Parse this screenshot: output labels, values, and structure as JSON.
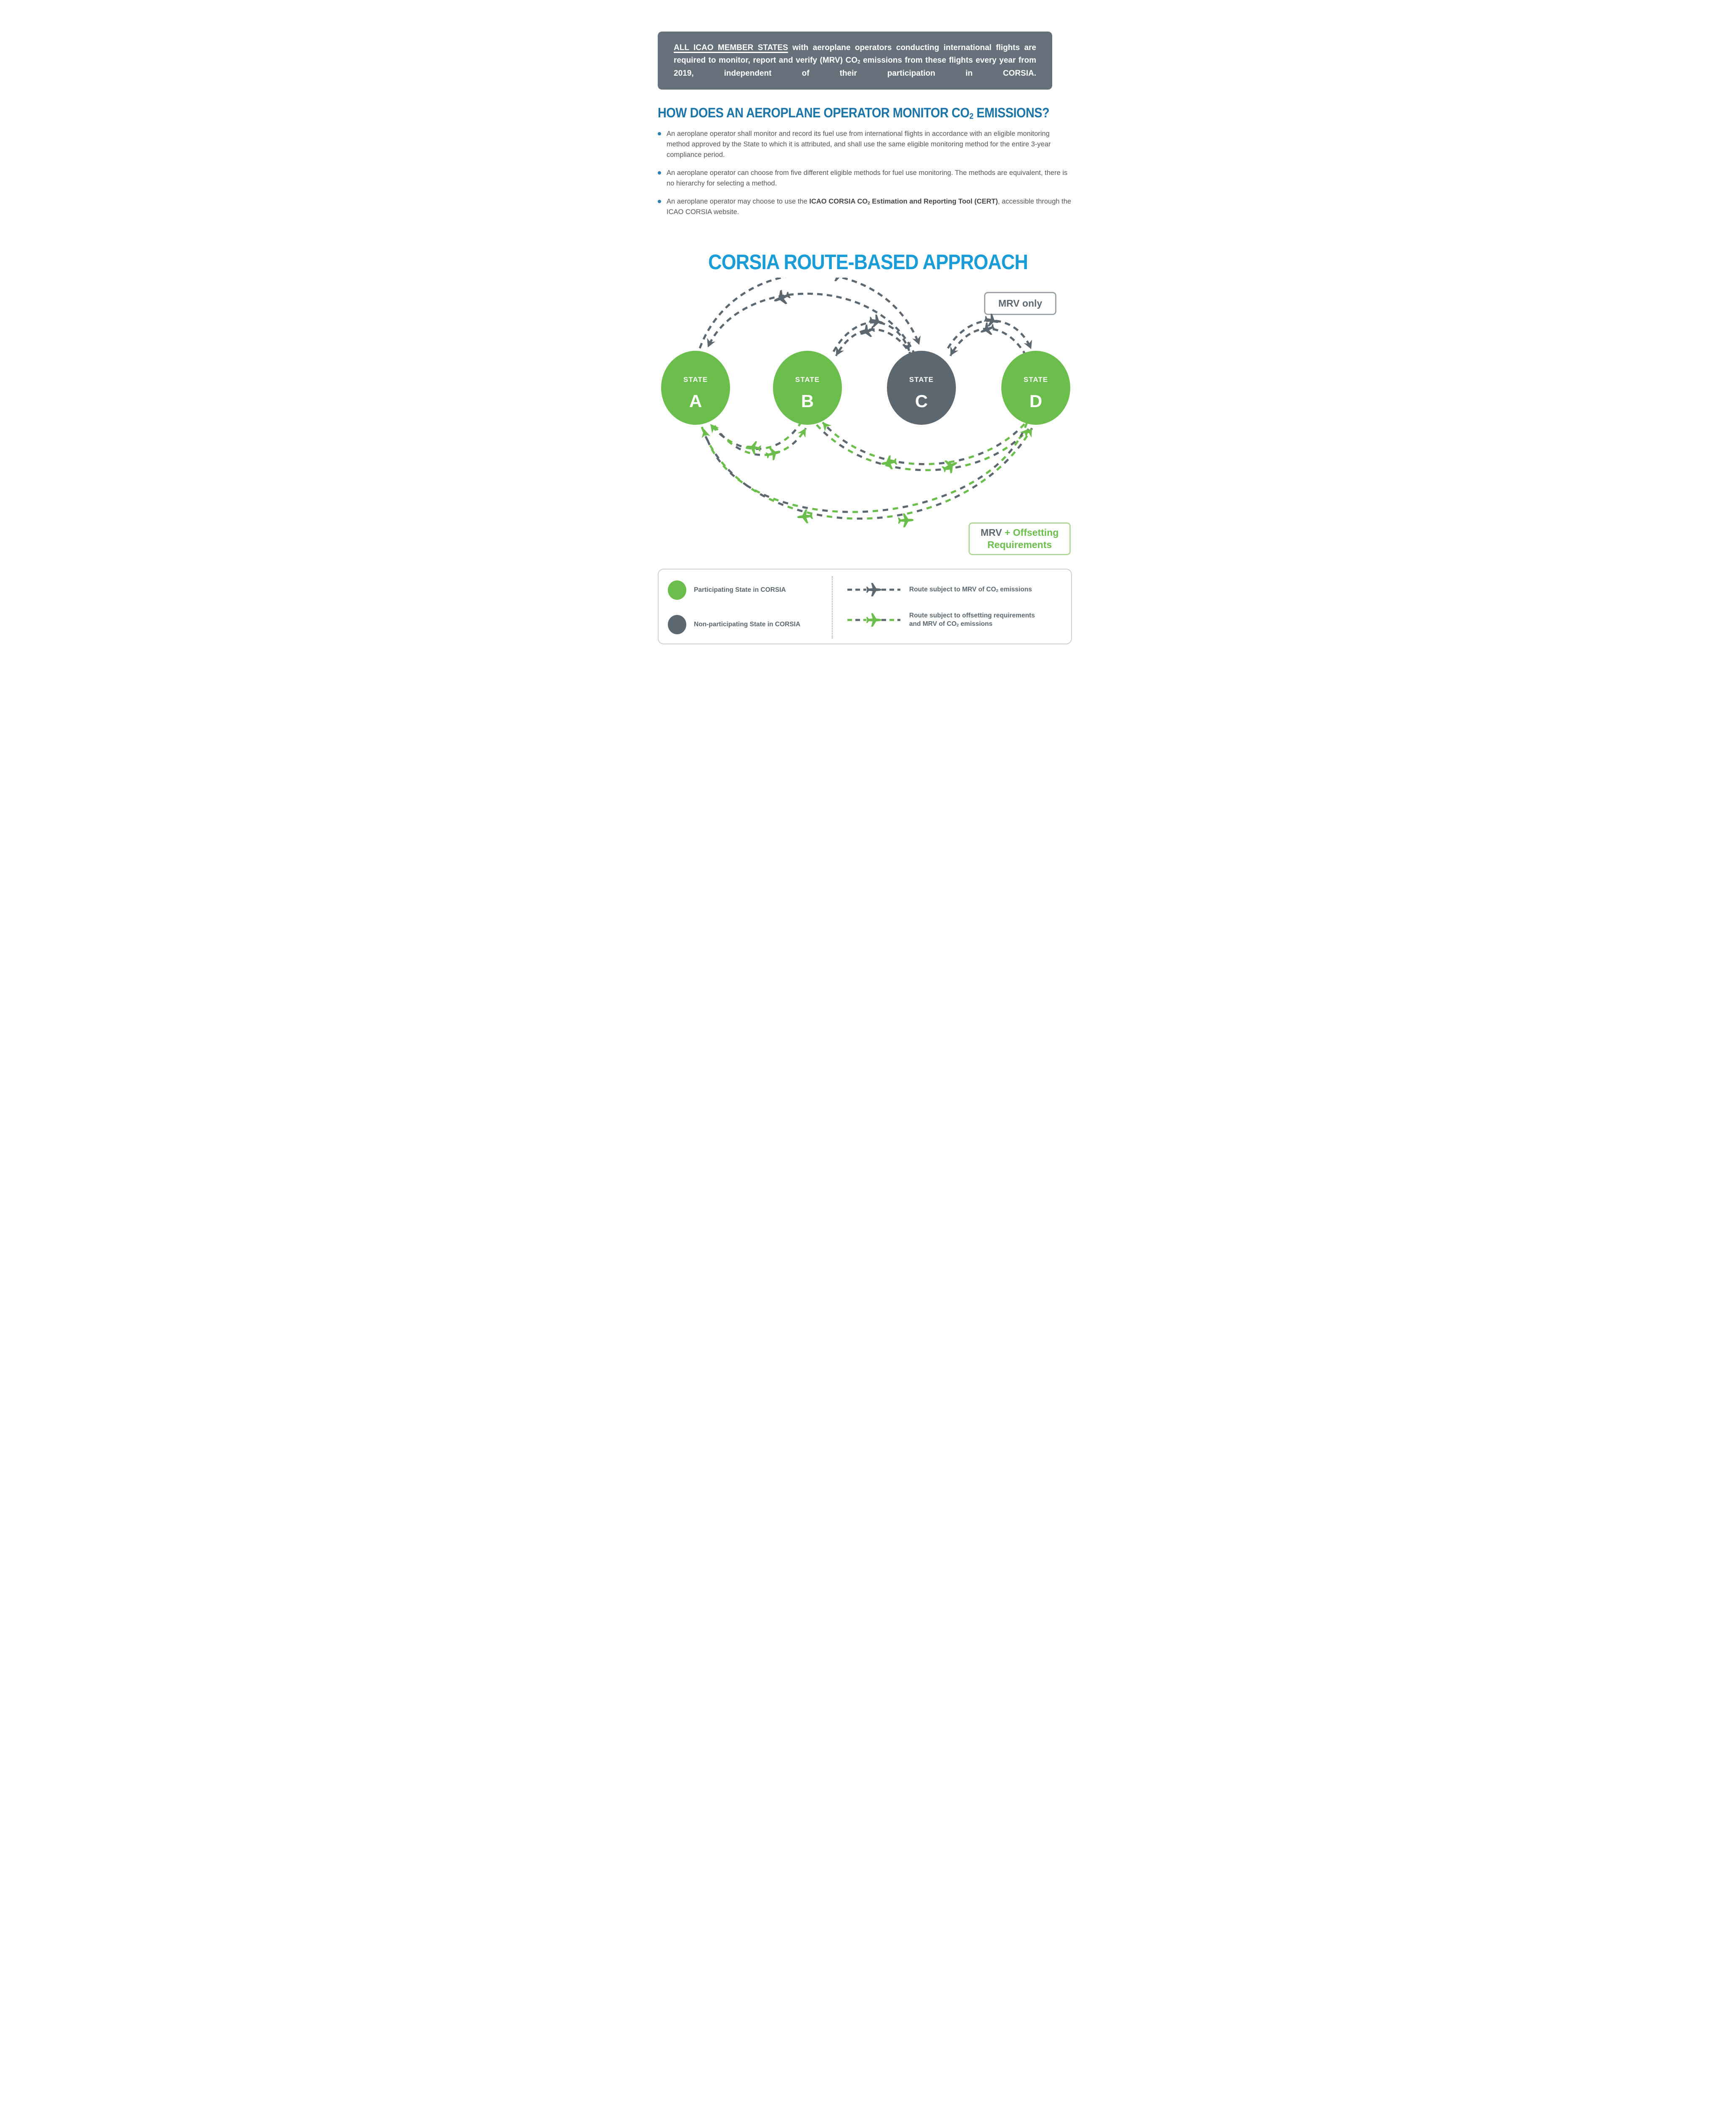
{
  "banner": {
    "highlight": "ALL ICAO MEMBER STATES",
    "seg1": " with aeroplane operators conducting international flights are required to monitor, report and verify (MRV) CO",
    "co2_sub": "2",
    "seg2": " emissions from these flights every year from 2019, independent of their participation in CORSIA."
  },
  "heading": {
    "seg1": "HOW DOES AN AEROPLANE OPERATOR MONITOR CO",
    "co2_sub": "2",
    "seg2": " EMISSIONS?"
  },
  "bullets": {
    "b1": "An aeroplane operator shall monitor and record its fuel use from international flights in accordance with an eligible monitoring method approved by the State to which it is attributed, and shall use the same eligible monitoring method for the entire 3-year compliance period.",
    "b2": "An aeroplane operator can choose from five different eligible methods for fuel use monitoring. The methods are equivalent, there is no hierarchy for selecting a method.",
    "b3_seg1": "An aeroplane operator may choose to use the ",
    "b3_bold1": "ICAO CORSIA CO",
    "b3_bold_sub": "2",
    "b3_bold2": " Estimation and Reporting Tool (CERT)",
    "b3_seg2": ", accessible through the ICAO CORSIA website."
  },
  "diagram": {
    "title": "CORSIA ROUTE-BASED APPROACH",
    "mrv_only_label": "MRV only",
    "mrv_offset": {
      "gray": "MRV",
      "green": " + Offsetting",
      "line2": "Requirements"
    },
    "states": [
      {
        "name": "STATE",
        "letter": "A",
        "type": "participating"
      },
      {
        "name": "STATE",
        "letter": "B",
        "type": "participating"
      },
      {
        "name": "STATE",
        "letter": "C",
        "type": "non-participating"
      },
      {
        "name": "STATE",
        "letter": "D",
        "type": "participating"
      }
    ]
  },
  "legend": {
    "participating": "Participating State in CORSIA",
    "non_participating": "Non-participating State in CORSIA",
    "route_mrv_seg1": "Route subject to MRV of CO",
    "route_mrv_sub": "2",
    "route_mrv_seg2": " emissions",
    "route_offset_line1": "Route subject to offsetting requirements",
    "route_offset_line2_seg1": "and MRV of CO",
    "route_offset_sub": "2",
    "route_offset_line2_seg2": " emissions"
  },
  "colors": {
    "green": "#6CBE4C",
    "slate_gray": "#5D6770",
    "banner_bg": "#66707A",
    "heading_blue": "#1C75A9",
    "title_blue": "#199CD8",
    "body_text": "#55575B"
  }
}
